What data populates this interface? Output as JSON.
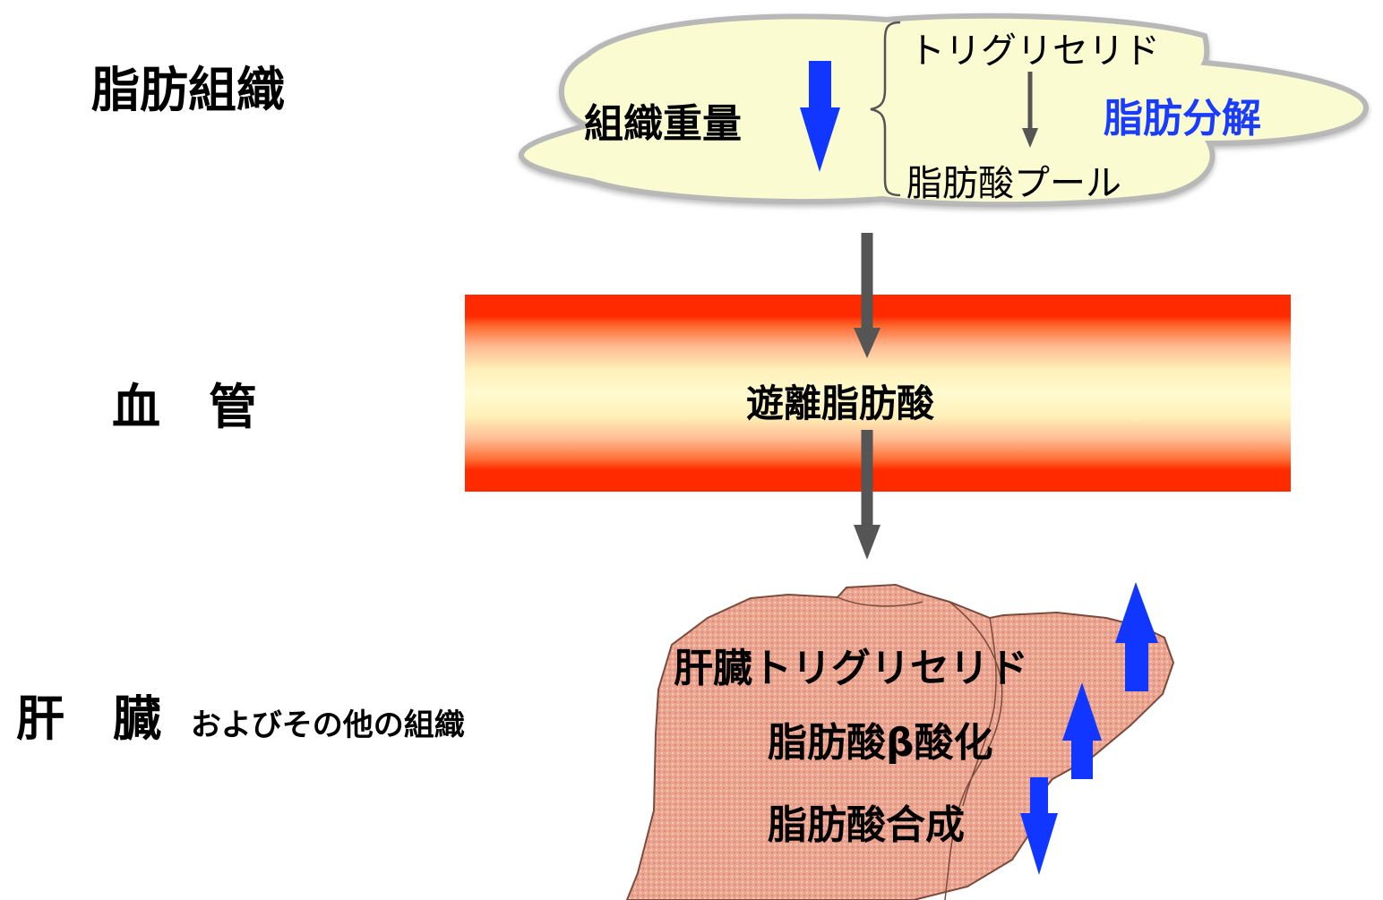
{
  "rows": {
    "adipose": "脂肪組織",
    "vessel": "血　管",
    "liver": "肝　臓",
    "liver_sub": "およびその他の組織"
  },
  "adipose_cloud": {
    "weight": "組織重量",
    "triglyceride": "トリグリセリド",
    "fatty_acid_pool": "脂肪酸プール",
    "lipolysis": "脂肪分解"
  },
  "vessel_content": {
    "free_fatty_acid": "遊離脂肪酸"
  },
  "liver_content": {
    "triglyceride": "肝臓トリグリセリド",
    "beta_oxidation": "脂肪酸β酸化",
    "synthesis": "脂肪酸合成"
  },
  "changes": {
    "weight": "decrease",
    "liver_triglyceride": "increase",
    "beta_oxidation": "increase",
    "synthesis": "decrease"
  },
  "colors": {
    "cloud_fill": "#fbfbd2",
    "cloud_edge": "#b8b8b8",
    "vessel_red": "#ff2a00",
    "vessel_center": "#fffad0",
    "liver_fill": "#eea896",
    "liver_line": "#7a4a3c",
    "change_arrow": "#1136ff",
    "flow_arrow": "#555555",
    "lipolysis_text": "#1a3cff"
  }
}
